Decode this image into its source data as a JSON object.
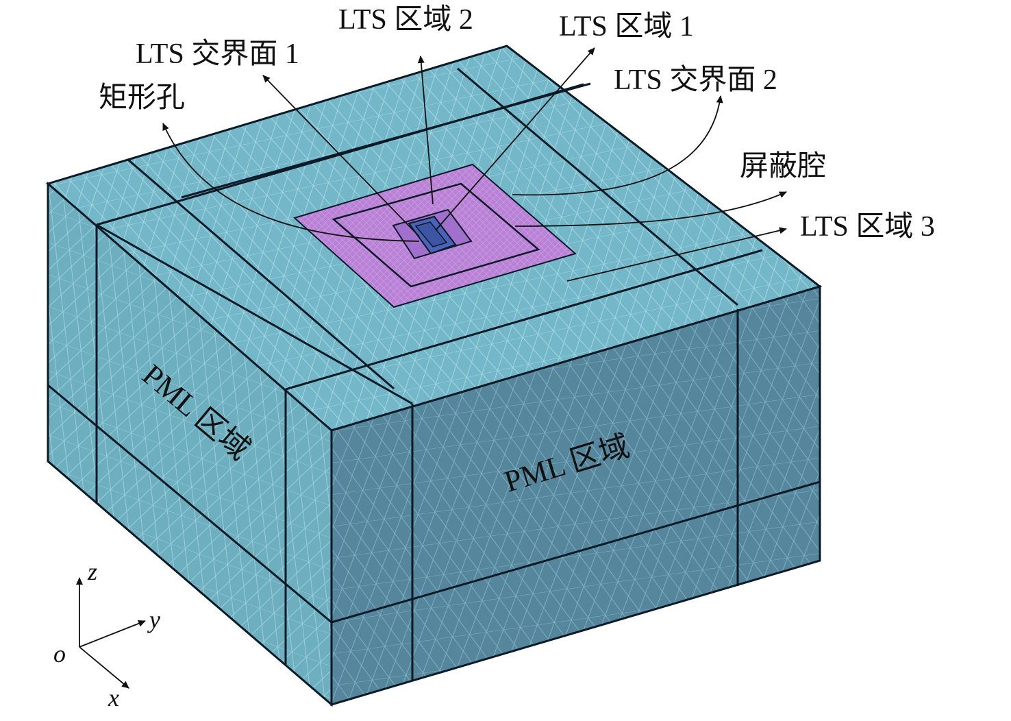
{
  "diagram": {
    "callouts": {
      "rect_hole": "矩形孔",
      "interface_1": "LTS 交界面 1",
      "region_2": "LTS 区域 2",
      "region_1": "LTS 区域 1",
      "interface_2": "LTS 交界面 2",
      "cavity": "屏蔽腔",
      "region_3": "LTS 区域 3"
    },
    "faces": {
      "left_face": "PML 区域",
      "front_face": "PML 区域"
    },
    "axes": {
      "z": "z",
      "y": "y",
      "x": "x",
      "origin": "o"
    },
    "colors": {
      "pml_mesh": "#6fb3c4",
      "pml_mesh_dark": "#55849a",
      "mesh_line": "#9fd3df",
      "lts_region_3": "#b981d6",
      "lts_region_2": "#a070cc",
      "lts_region_1": "#4a63b8",
      "edge": "#0b1a26"
    }
  }
}
